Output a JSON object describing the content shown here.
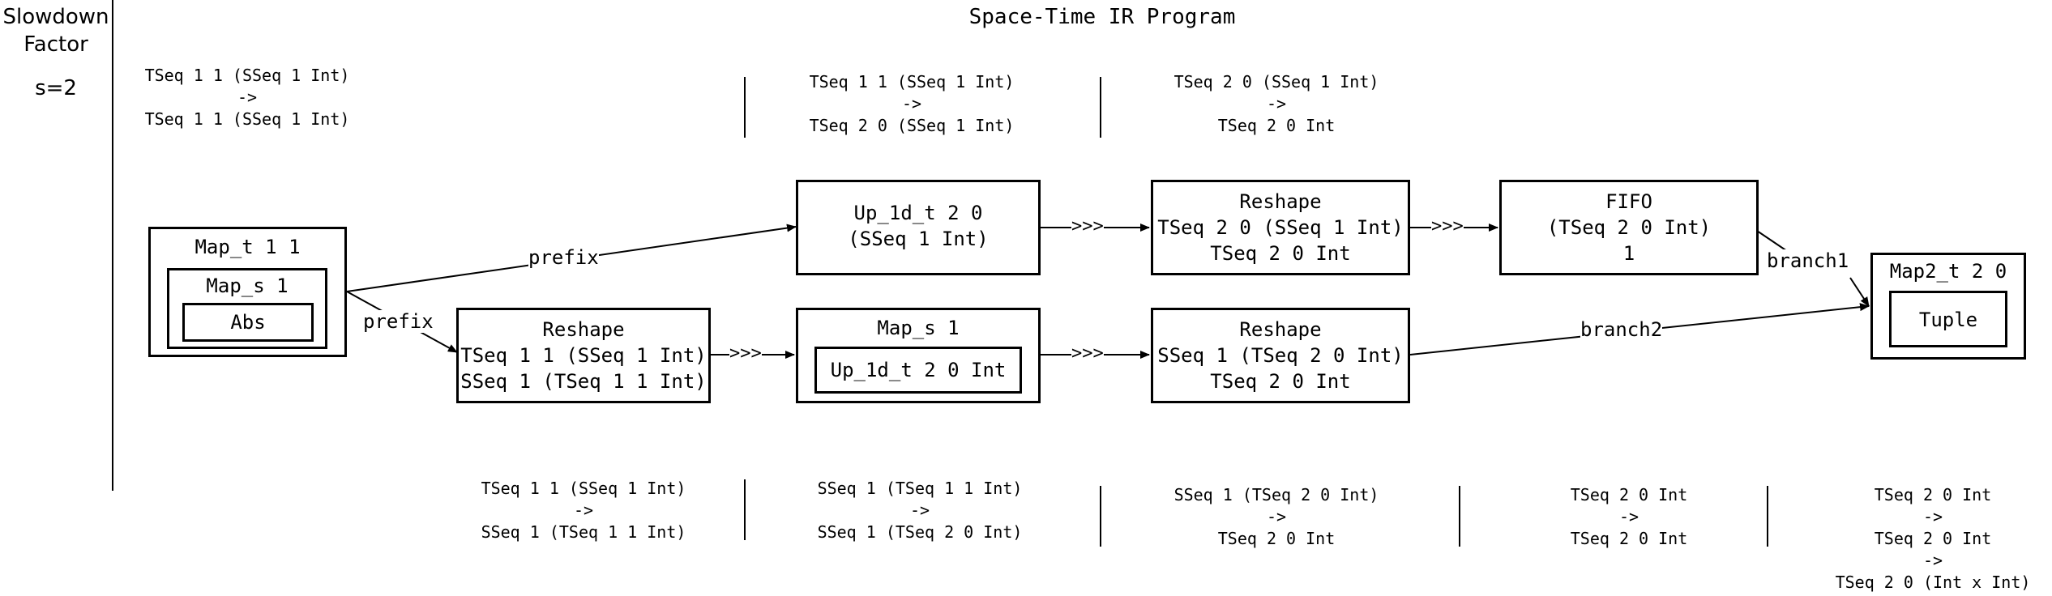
{
  "header": {
    "slowdown_title_line1": "Slowdown",
    "slowdown_title_line2": "Factor",
    "slowdown_value": "s=2",
    "program_title": "Space-Time IR Program"
  },
  "top_types": [
    {
      "line1": "TSeq 1 1 (SSeq 1 Int)",
      "arrow": "->",
      "line2": "TSeq 1 1 (SSeq 1 Int)"
    },
    {
      "line1": "TSeq 1 1 (SSeq 1 Int)",
      "arrow": "->",
      "line2": "TSeq 2 0 (SSeq 1 Int)"
    },
    {
      "line1": "TSeq 2 0 (SSeq 1 Int)",
      "arrow": "->",
      "line2": "TSeq 2 0 Int"
    }
  ],
  "bottom_types": [
    {
      "line1": "TSeq 1 1 (SSeq 1 Int)",
      "arrow": "->",
      "line2": "SSeq 1 (TSeq 1 1 Int)"
    },
    {
      "line1": "SSeq 1 (TSeq 1 1 Int)",
      "arrow": "->",
      "line2": "SSeq 1 (TSeq 2 0 Int)"
    },
    {
      "line1": "SSeq 1 (TSeq 2 0 Int)",
      "arrow": "->",
      "line2": "TSeq 2 0 Int"
    },
    {
      "line1": "TSeq 2 0 Int",
      "arrow": "->",
      "line2": "TSeq 2 0 Int"
    },
    {
      "line1": "TSeq 2 0 Int",
      "arrow": "->",
      "line2": "TSeq 2 0 Int",
      "arrow2": "->",
      "line3": "TSeq 2 0 (Int x Int)"
    }
  ],
  "nodes": {
    "map_t": {
      "title": "Map_t 1 1",
      "inner_title": "Map_s 1",
      "core": "Abs"
    },
    "up_top": {
      "line1": "Up_1d_t 2 0",
      "line2": "(SSeq 1 Int)"
    },
    "reshape_top": {
      "line1": "Reshape",
      "line2": "TSeq 2 0 (SSeq 1 Int)",
      "line3": "TSeq 2 0 Int"
    },
    "fifo": {
      "line1": "FIFO",
      "line2": "(TSeq 2 0 Int)",
      "line3": "1"
    },
    "reshape_bot1": {
      "line1": "Reshape",
      "line2": "TSeq 1 1 (SSeq 1 Int)",
      "line3": "SSeq 1 (TSeq 1 1 Int)"
    },
    "map_s_bot": {
      "title": "Map_s 1",
      "inner": "Up_1d_t 2 0 Int"
    },
    "reshape_bot2": {
      "line1": "Reshape",
      "line2": "SSeq 1 (TSeq 2 0 Int)",
      "line3": "TSeq 2 0 Int"
    },
    "map2": {
      "title": "Map2_t 2 0",
      "inner": "Tuple"
    }
  },
  "edge_labels": {
    "prefix_top": "prefix",
    "prefix_bottom": "prefix",
    "compose": ">>>",
    "branch1": "branch1",
    "branch2": "branch2"
  }
}
